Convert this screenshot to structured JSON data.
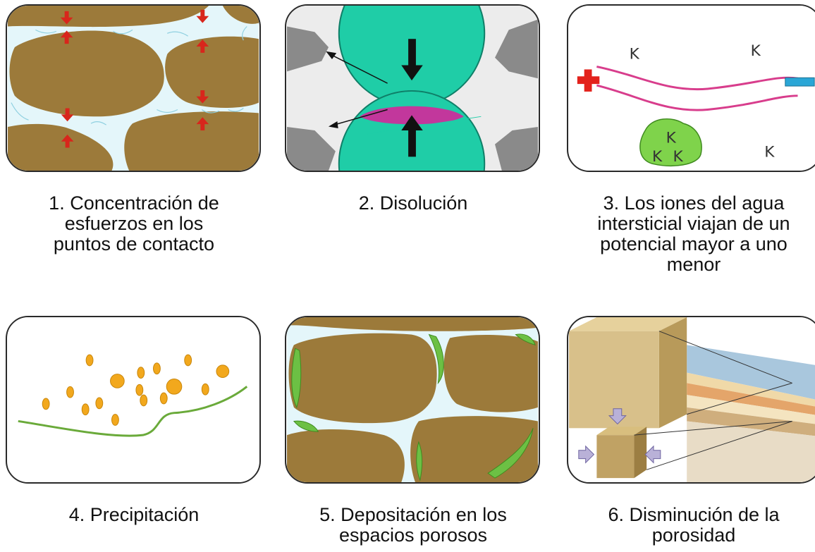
{
  "panels": [
    {
      "caption": "1. Concentración de\nesfuerzos en los\npuntos de contacto"
    },
    {
      "caption": "2. Disolución"
    },
    {
      "caption": "3. Los iones del agua\nintersticial viajan de un\npotencial mayor a uno\nmenor",
      "ion_labels": [
        "K",
        "K",
        "K",
        "K",
        "K",
        "K"
      ]
    },
    {
      "caption": "4. Precipitación"
    },
    {
      "caption": "5. Depositación en los\nespacios porosos"
    },
    {
      "caption": "6. Disminución de la\nporosidad"
    }
  ],
  "colors": {
    "grain": "#9c7a3a",
    "pore_water": "#e4f6fa",
    "stress_arrow": "#d8261c",
    "sphere": "#1fcda7",
    "dissolution": "#c2379c",
    "pipe": "#d83d8c",
    "plus": "#e3221c",
    "minus": "#2aa6d6",
    "ion_cluster": "#7fd34b",
    "particle": "#f2a81d",
    "cement": "#6cc044",
    "sandstone": "#d8c08a"
  }
}
